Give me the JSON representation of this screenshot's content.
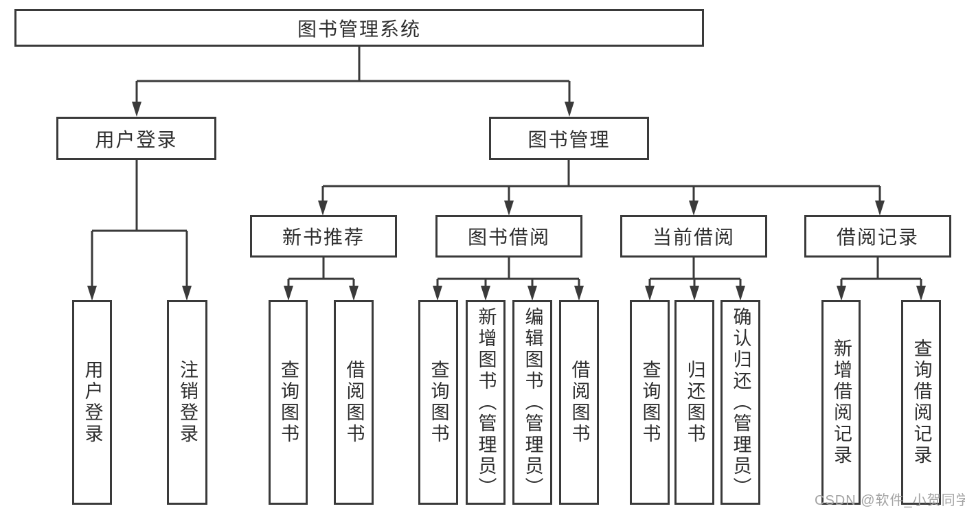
{
  "colors": {
    "line": "#3a3a3a",
    "text": "#2e2e2e",
    "background": "#ffffff",
    "watermark": "#a3a3a3"
  },
  "watermark": {
    "text": "CSDN @软件_小贺同学"
  },
  "tree": {
    "root": {
      "label": "图书管理系统",
      "children": [
        {
          "label": "用户登录",
          "children": [
            {
              "label": "用户登录"
            },
            {
              "label": "注销登录"
            }
          ]
        },
        {
          "label": "图书管理",
          "children": [
            {
              "label": "新书推荐",
              "children": [
                {
                  "label": "查询图书"
                },
                {
                  "label": "借阅图书"
                }
              ]
            },
            {
              "label": "图书借阅",
              "children": [
                {
                  "label": "查询图书"
                },
                {
                  "label": "新增图书（管理员）"
                },
                {
                  "label": "编辑图书（管理员）"
                },
                {
                  "label": "借阅图书"
                }
              ]
            },
            {
              "label": "当前借阅",
              "children": [
                {
                  "label": "查询图书"
                },
                {
                  "label": "归还图书"
                },
                {
                  "label": "确认归还（管理员）"
                }
              ]
            },
            {
              "label": "借阅记录",
              "children": [
                {
                  "label": "新增借阅记录"
                },
                {
                  "label": "查询借阅记录"
                }
              ]
            }
          ]
        }
      ]
    }
  }
}
